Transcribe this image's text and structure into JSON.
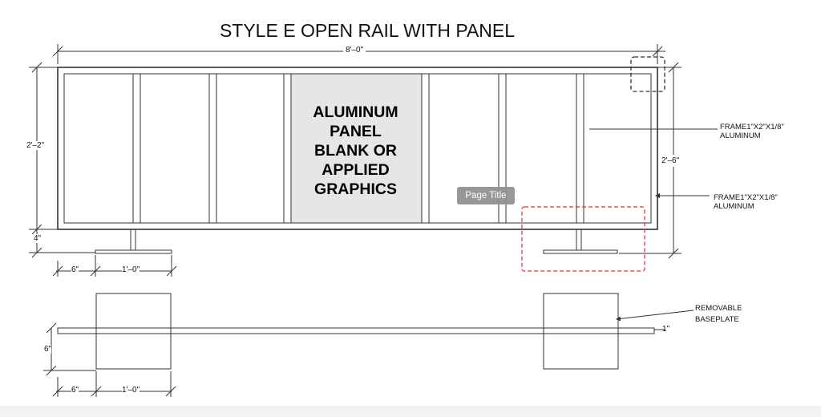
{
  "title": "STYLE E OPEN RAIL WITH PANEL",
  "panel": {
    "lines": [
      "ALUMINUM",
      "PANEL",
      "BLANK OR",
      "APPLIED",
      "GRAPHICS"
    ],
    "fill_color": "#e6e6e6"
  },
  "dimensions": {
    "overall_width": "8'–0\"",
    "panel_height": "2'–2\"",
    "overall_height": "2'–6\"",
    "base_gap": "4\"",
    "base_offset_elev": "6\"",
    "base_width_elev": "1'–0\"",
    "plan_depth": "6\"",
    "base_offset_plan": "6\"",
    "base_width_plan": "1'–0\"",
    "rail_thickness": "1\""
  },
  "callouts": {
    "frame_top": [
      "FRAME1\"X2\"X1/8\"",
      "ALUMINUM"
    ],
    "frame_bottom": [
      "FRAME1\"X2\"X1/8\"",
      "ALUMINUM"
    ],
    "baseplate": [
      "REMOVABLE",
      "BASEPLATE"
    ]
  },
  "tooltip": "Page Title",
  "highlight_colors": {
    "detail_box": "#333333",
    "selection_box": "#e0303a"
  }
}
